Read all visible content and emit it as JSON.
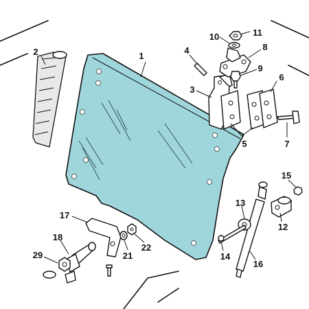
{
  "colors": {
    "glass_fill": "#9fd6dc",
    "background": "#ffffff",
    "line": "#111111"
  },
  "callouts": [
    {
      "id": "c1",
      "label": "1"
    },
    {
      "id": "c2",
      "label": "2"
    },
    {
      "id": "c3",
      "label": "3"
    },
    {
      "id": "c4",
      "label": "4"
    },
    {
      "id": "c5",
      "label": "5"
    },
    {
      "id": "c6",
      "label": "6"
    },
    {
      "id": "c7",
      "label": "7"
    },
    {
      "id": "c8",
      "label": "8"
    },
    {
      "id": "c9",
      "label": "9"
    },
    {
      "id": "c10",
      "label": "10"
    },
    {
      "id": "c11",
      "label": "11"
    },
    {
      "id": "c12",
      "label": "12"
    },
    {
      "id": "c13",
      "label": "13"
    },
    {
      "id": "c14",
      "label": "14"
    },
    {
      "id": "c15",
      "label": "15"
    },
    {
      "id": "c16",
      "label": "16"
    },
    {
      "id": "c17",
      "label": "17"
    },
    {
      "id": "c18",
      "label": "18"
    },
    {
      "id": "c21",
      "label": "21"
    },
    {
      "id": "c22",
      "label": "22"
    },
    {
      "id": "c29",
      "label": "29"
    }
  ]
}
